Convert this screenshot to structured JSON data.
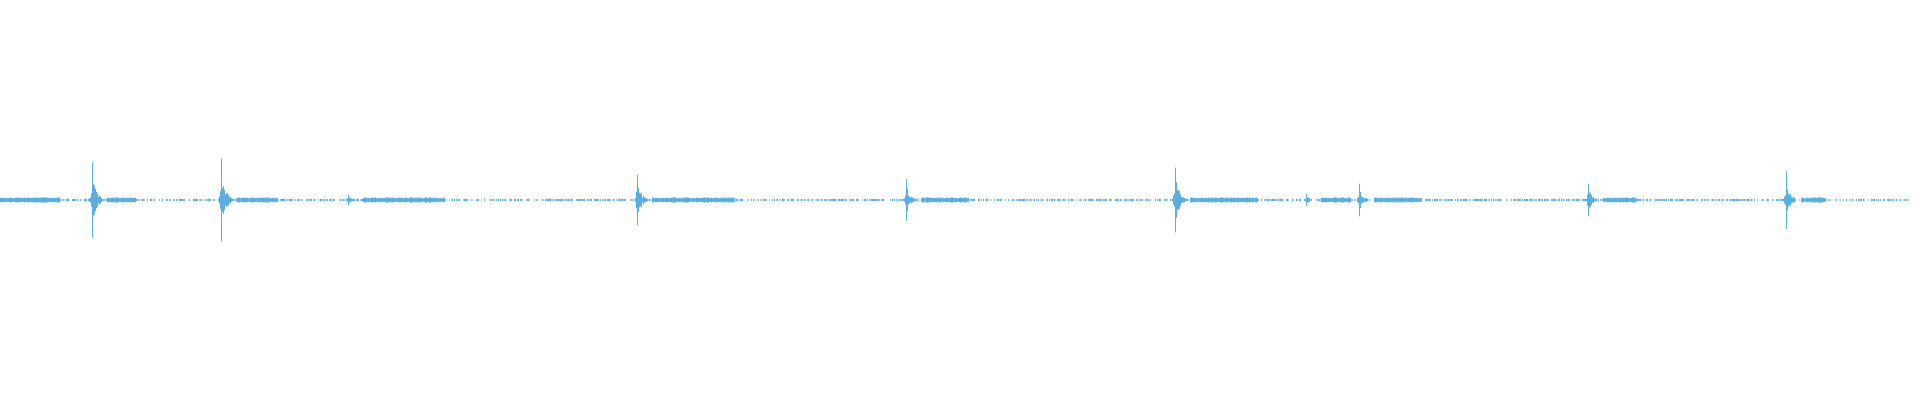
{
  "waveform": {
    "color": "#5aaee0",
    "background": "#ffffff",
    "amplitude_range": [
      -1,
      1
    ],
    "duration_fraction_drawn": 0.995,
    "peaks": [
      {
        "t": 0.048,
        "amplitude": 0.42
      },
      {
        "t": 0.115,
        "amplitude": 0.46
      },
      {
        "t": 0.181,
        "amplitude": 0.06
      },
      {
        "t": 0.332,
        "amplitude": 0.28
      },
      {
        "t": 0.472,
        "amplitude": 0.23
      },
      {
        "t": 0.612,
        "amplitude": 0.36
      },
      {
        "t": 0.68,
        "amplitude": 0.07
      },
      {
        "t": 0.708,
        "amplitude": 0.18
      },
      {
        "t": 0.827,
        "amplitude": 0.18
      },
      {
        "t": 0.93,
        "amplitude": 0.32
      }
    ],
    "baseline_noise_amplitude": 0.012
  }
}
